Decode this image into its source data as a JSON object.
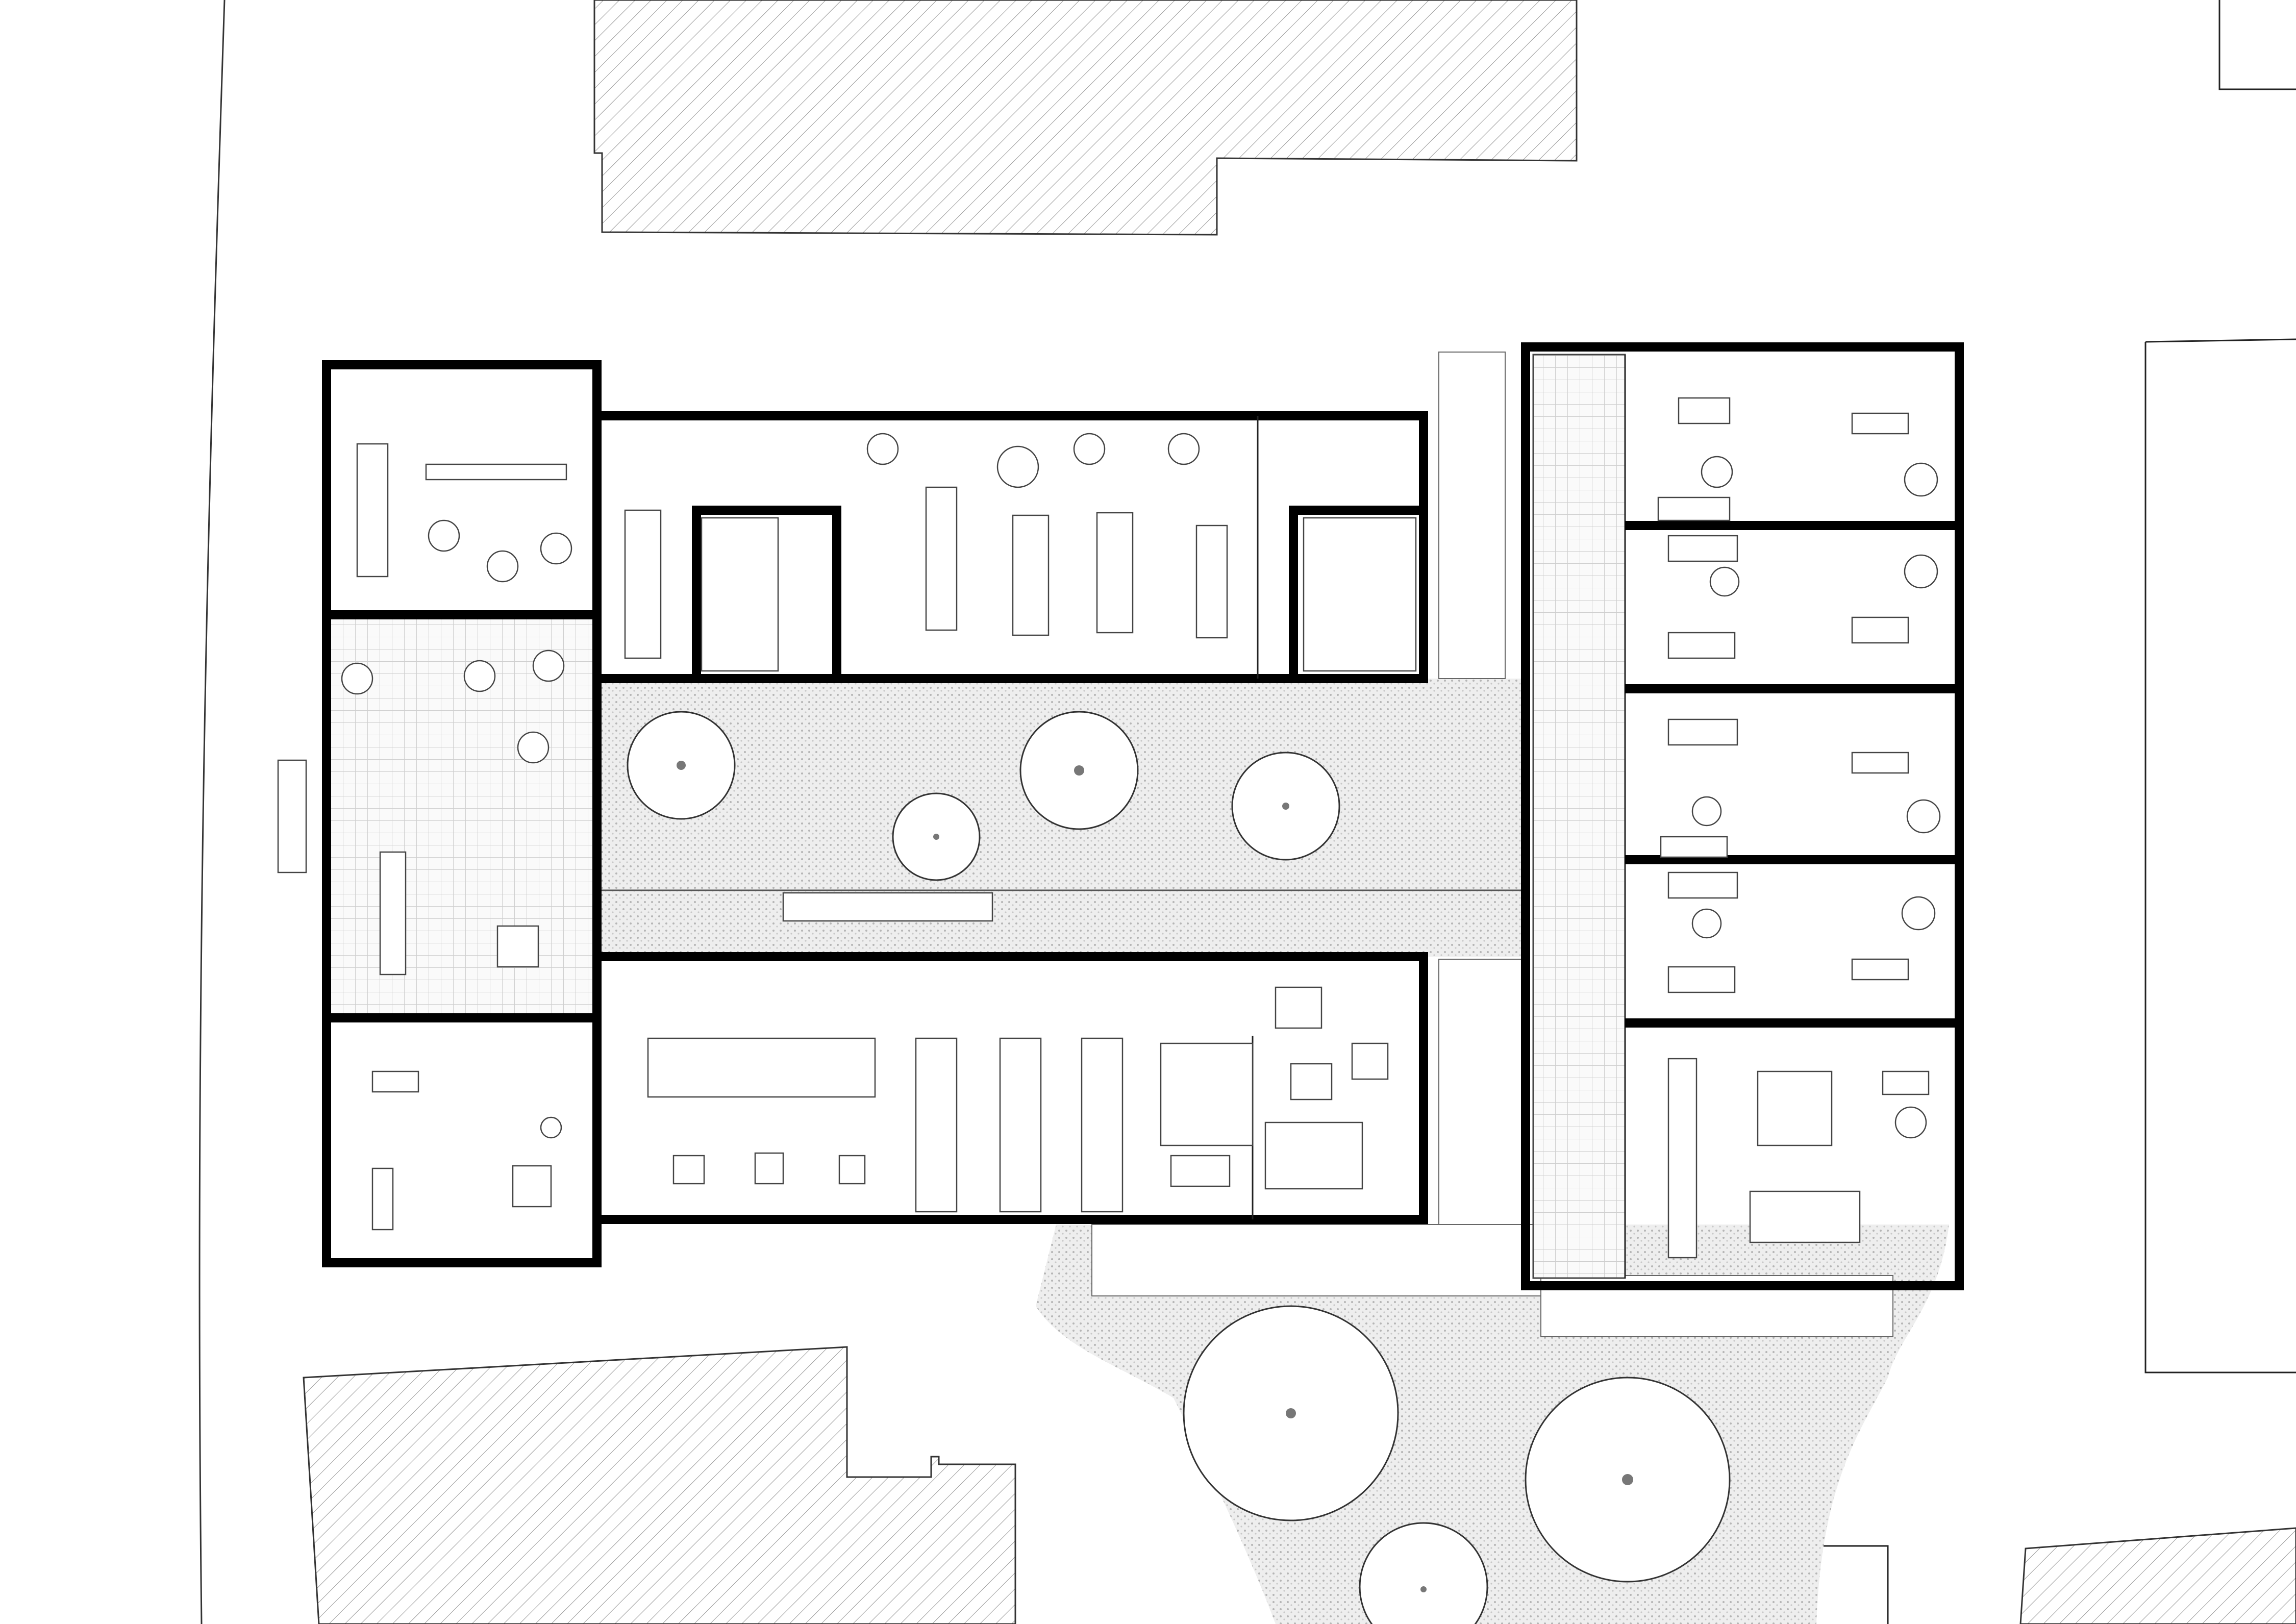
{
  "drawing": {
    "kind": "architectural ground floor plan",
    "labels": [],
    "colors": {
      "background": "#ffffff",
      "line": "#000000",
      "hatch": "#888888",
      "garden_texture": "#c8c8c8",
      "tree_trunk": "#777777"
    }
  },
  "areas": [
    {
      "id": "neighbour-north",
      "fill": "hatched"
    },
    {
      "id": "neighbour-south-west",
      "fill": "hatched"
    },
    {
      "id": "neighbour-east",
      "fill": "outline"
    },
    {
      "id": "west-wing",
      "fill": "grid"
    },
    {
      "id": "north-wing",
      "fill": "none"
    },
    {
      "id": "courtyard",
      "fill": "stippled"
    },
    {
      "id": "south-wing",
      "fill": "none"
    },
    {
      "id": "east-wing",
      "fill": "none"
    },
    {
      "id": "south-garden",
      "fill": "stippled"
    }
  ]
}
